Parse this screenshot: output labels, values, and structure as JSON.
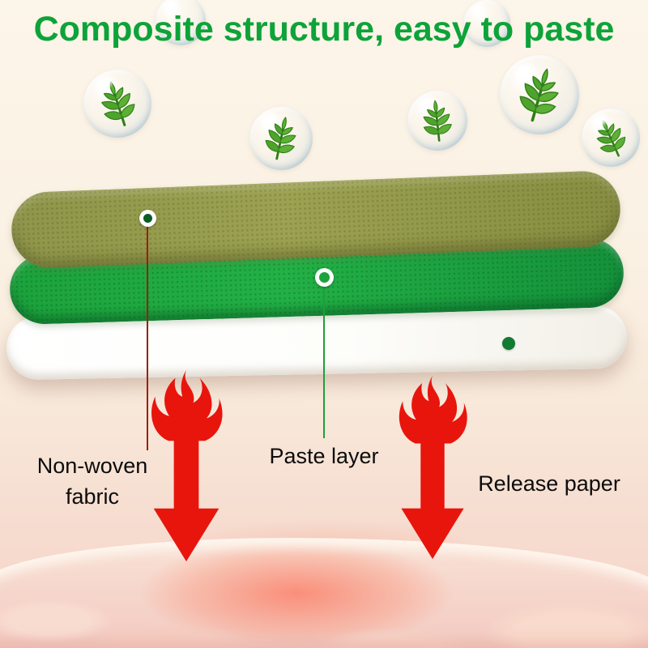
{
  "title": {
    "text": "Composite structure, easy to paste",
    "color": "#0da339"
  },
  "layers": [
    {
      "name": "non-woven-fabric",
      "label": "Non-woven fabric",
      "color": "#949a4c"
    },
    {
      "name": "paste-layer",
      "label": "Paste layer",
      "color": "#1ca23c"
    },
    {
      "name": "release-paper",
      "label": "Release paper",
      "color": "#ffffff"
    }
  ],
  "icons": {
    "leaf": "mugwort-leaf-icon",
    "bubble": "bubble-icon",
    "flame_arrow": "flame-arrow-icon",
    "marker_dot": "layer-marker-dot-icon"
  },
  "colors": {
    "flame_red": "#e8150d",
    "background_top": "#fcf5e9",
    "skin_pink": "#f3c9c0",
    "pointer_line_left": "#9c1f10",
    "pointer_line_middle": "#1f9e3c"
  }
}
